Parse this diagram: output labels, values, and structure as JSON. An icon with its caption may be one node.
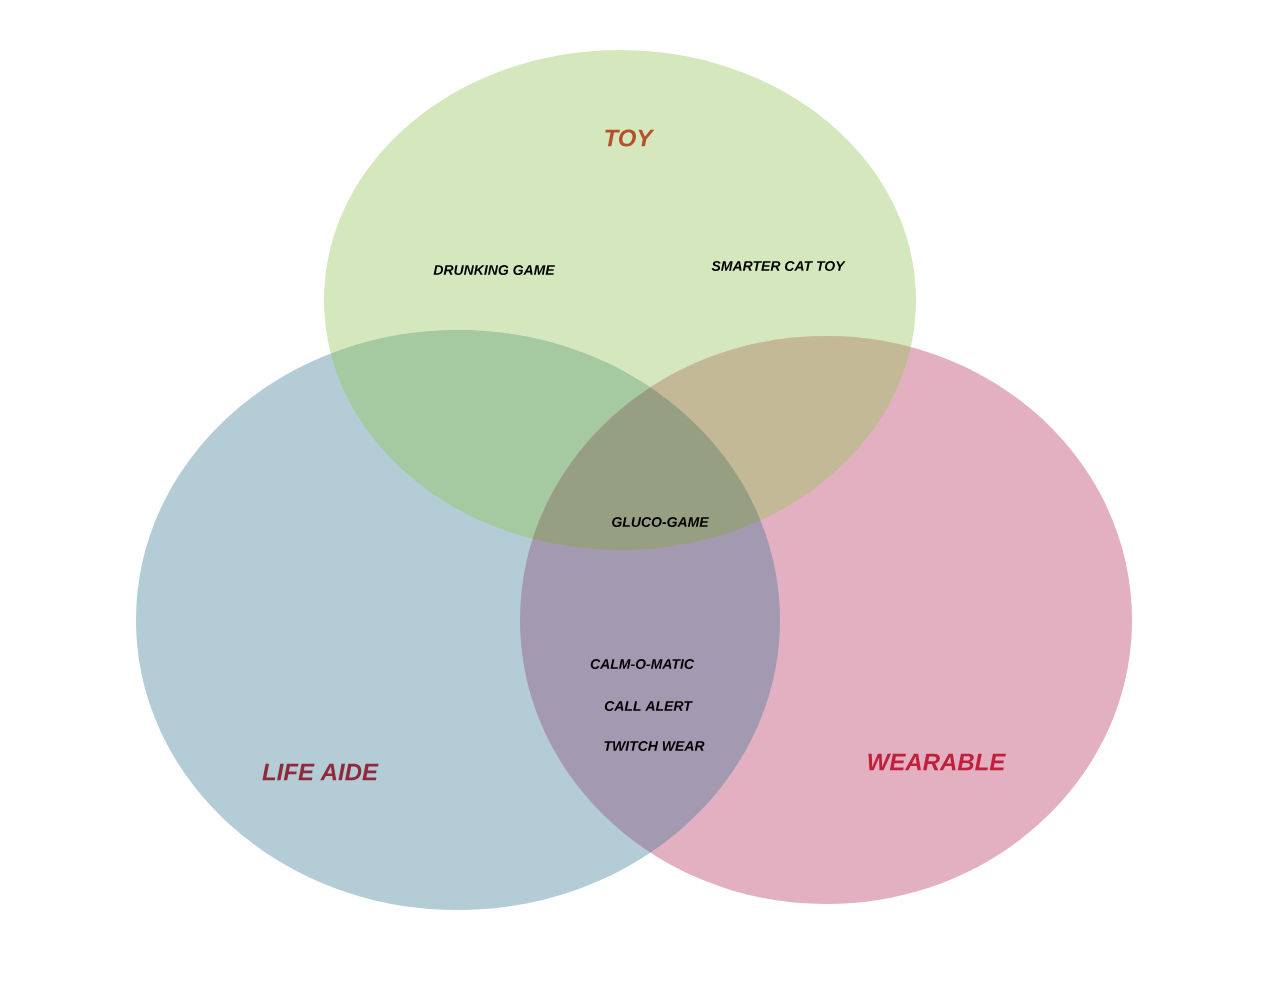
{
  "diagram": {
    "nodes": [
      {
        "text": [
          "TOY"
        ]
      },
      {
        "text": [
          "LIFE AIDE"
        ]
      },
      {
        "text": [
          "WEARABLE"
        ]
      }
    ],
    "labels": [
      "DRUNKING GAME",
      "SMARTER CAT TOY",
      "GLUCO-GAME",
      "CALM-O-MATIC",
      "CALL ALERT",
      "TWITCH WEAR"
    ]
  }
}
